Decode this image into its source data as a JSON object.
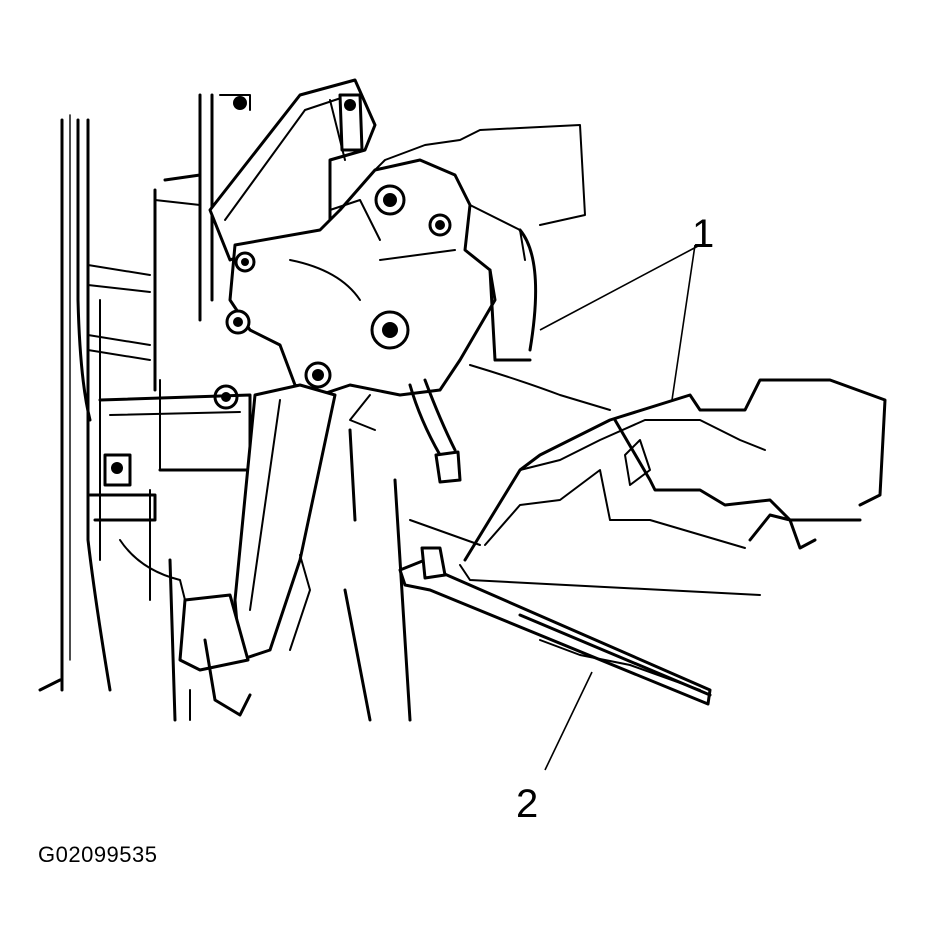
{
  "diagram": {
    "figure_id": "G02099535",
    "callouts": [
      {
        "label": "1"
      },
      {
        "label": "2"
      }
    ]
  }
}
